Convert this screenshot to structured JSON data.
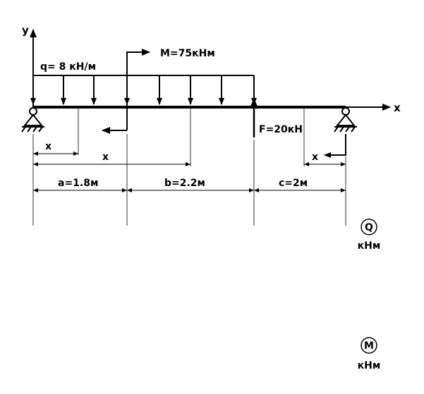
{
  "axes": {
    "y_label": "y",
    "x_label": "x"
  },
  "loads": {
    "distributed": "q= 8 кН/м",
    "moment": "M=75кНм",
    "force": "F=20кН"
  },
  "sections": {
    "x1": "x",
    "x2": "x",
    "x3": "x"
  },
  "dimensions": {
    "a": "a=1.8м",
    "b": "b=2.2м",
    "c": "c=2м"
  },
  "diagrams": {
    "shear_symbol": "Q",
    "shear_unit": "кНм",
    "moment_symbol": "M",
    "moment_unit": "кНм"
  }
}
